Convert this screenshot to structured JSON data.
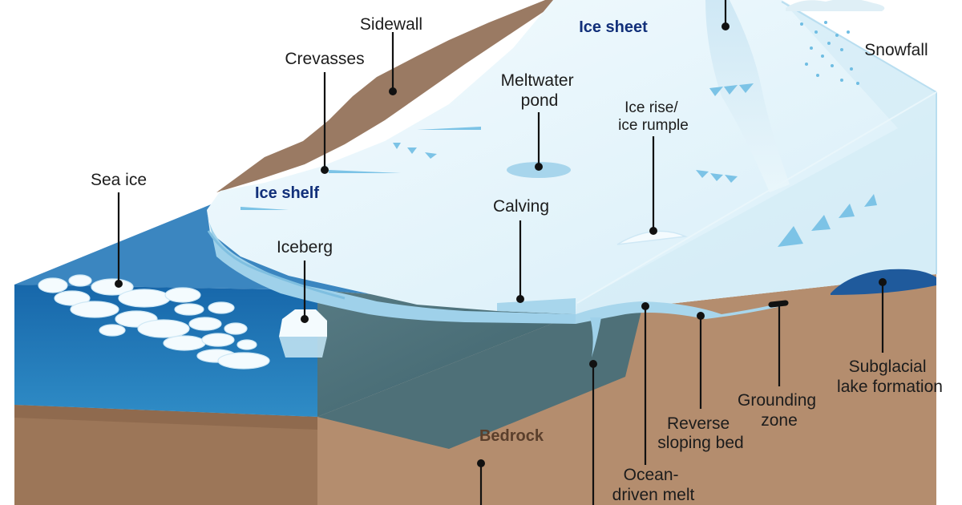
{
  "diagram": {
    "regions": {
      "ice_sheet": "Ice sheet",
      "ice_shelf": "Ice shelf",
      "bedrock": "Bedrock"
    },
    "labels": {
      "sidewall": "Sidewall",
      "crevasses": "Crevasses",
      "meltwater_pond": [
        "Meltwater",
        "pond"
      ],
      "ice_rise": [
        "Ice rise/",
        "ice rumple"
      ],
      "snowfall": "Snowfall",
      "sea_ice": "Sea ice",
      "calving": "Calving",
      "iceberg": "Iceberg",
      "subglacial_lake": [
        "Subglacial",
        "lake formation"
      ],
      "grounding_zone": [
        "Grounding",
        "zone"
      ],
      "reverse_sloping_bed": [
        "Reverse",
        "sloping bed"
      ],
      "ocean_driven_melt": [
        "Ocean-",
        "driven melt"
      ]
    },
    "colors": {
      "ice_top": "#e4f4fa",
      "ice_face": "#c6e6f3",
      "ice_shelf_edge": "#9fd1ea",
      "ocean_front": "#1d6ca8",
      "ocean_side": "#4e7078",
      "sea_surface": "#3b86c0",
      "bedrock": "#b48d6e",
      "bedrock_dark": "#8f6a4e",
      "mountain": "#9a7a63",
      "subglacial_lake": "#1f5a9c",
      "label_dark_blue": "#12307a",
      "label_brown": "#5a3f2c",
      "leader": "#111111"
    }
  }
}
